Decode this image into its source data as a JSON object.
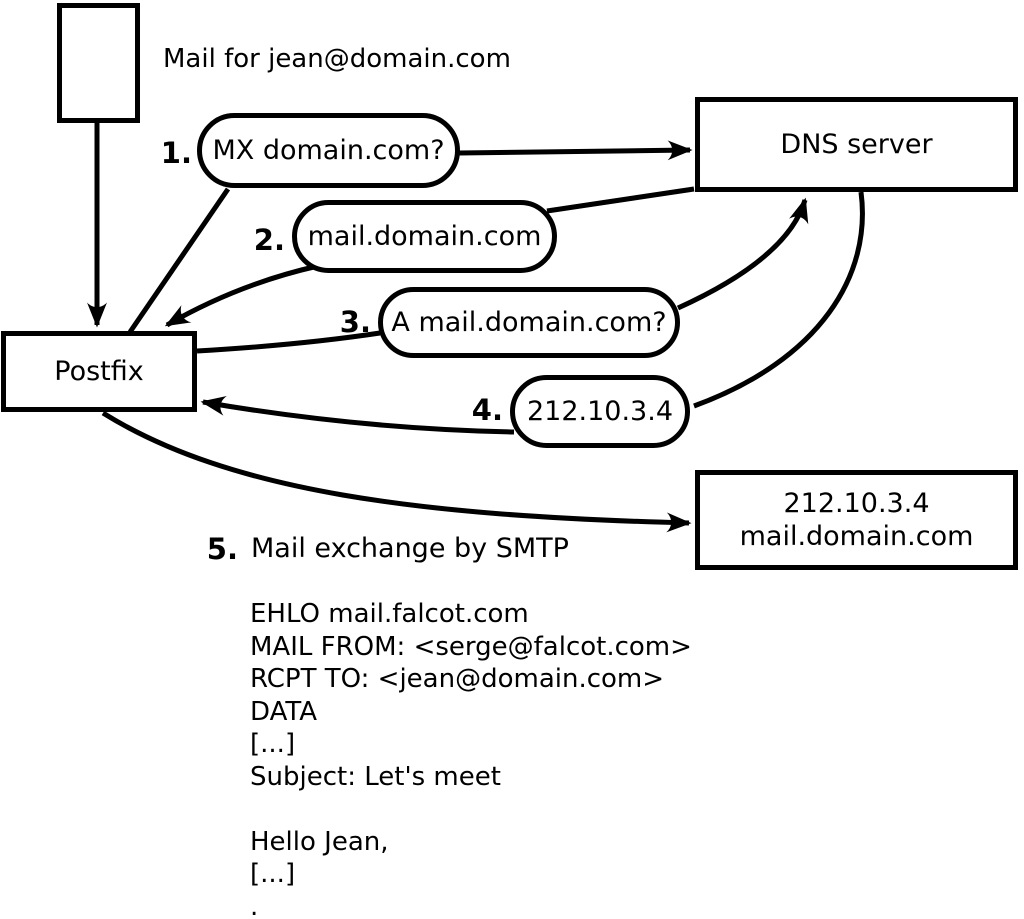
{
  "page": {
    "background": "#ffffff",
    "ink": "#000000"
  },
  "diagram": {
    "mail_label": "Mail for jean@domain.com",
    "nodes": {
      "postfix": {
        "label": "Postfix"
      },
      "dns": {
        "label": "DNS server"
      },
      "destination": {
        "line1": "212.10.3.4",
        "line2": "mail.domain.com"
      }
    },
    "steps": [
      {
        "num": "1.",
        "label": "MX domain.com?"
      },
      {
        "num": "2.",
        "label": "mail.domain.com"
      },
      {
        "num": "3.",
        "label": "A mail.domain.com?"
      },
      {
        "num": "4.",
        "label": "212.10.3.4"
      },
      {
        "num": "5.",
        "label": "Mail exchange by SMTP"
      }
    ],
    "smtp_transcript": [
      "EHLO mail.falcot.com",
      "MAIL FROM: <serge@falcot.com>",
      "RCPT TO: <jean@domain.com>",
      "DATA",
      "[...]",
      "Subject: Let's meet",
      "",
      "Hello Jean,",
      "[...]",
      "."
    ]
  }
}
